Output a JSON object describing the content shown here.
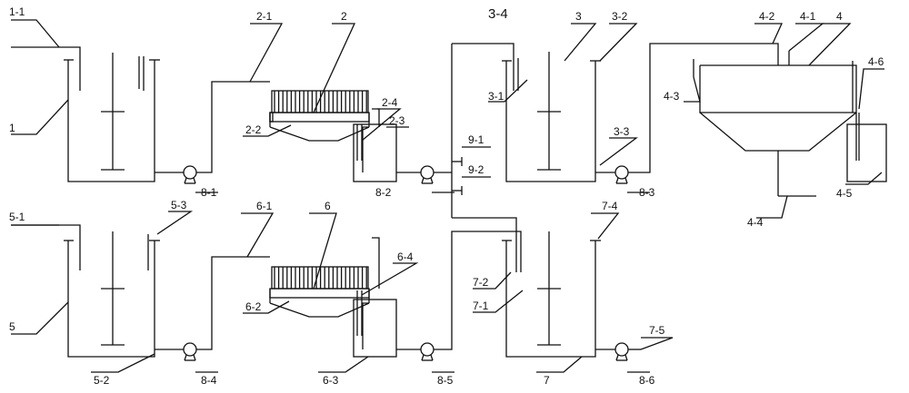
{
  "labels": {
    "l1_1": "1-1",
    "l1": "1",
    "l2_1": "2-1",
    "l2": "2",
    "l2_2": "2-2",
    "l2_3": "2-3",
    "l2_4": "2-4",
    "l3_4": "3-4",
    "l3": "3",
    "l3_1": "3-1",
    "l3_2": "3-2",
    "l3_3": "3-3",
    "l4": "4",
    "l4_1": "4-1",
    "l4_2": "4-2",
    "l4_3": "4-3",
    "l4_4": "4-4",
    "l4_5": "4-5",
    "l4_6": "4-6",
    "l5": "5",
    "l5_1": "5-1",
    "l5_2": "5-2",
    "l5_3": "5-3",
    "l6": "6",
    "l6_1": "6-1",
    "l6_2": "6-2",
    "l6_3": "6-3",
    "l6_4": "6-4",
    "l7": "7",
    "l7_1": "7-1",
    "l7_2": "7-2",
    "l7_4": "7-4",
    "l7_5": "7-5",
    "l8_1": "8-1",
    "l8_2": "8-2",
    "l8_3": "8-3",
    "l8_4": "8-4",
    "l8_5": "8-5",
    "l8_6": "8-6",
    "l9_1": "9-1",
    "l9_2": "9-2"
  }
}
